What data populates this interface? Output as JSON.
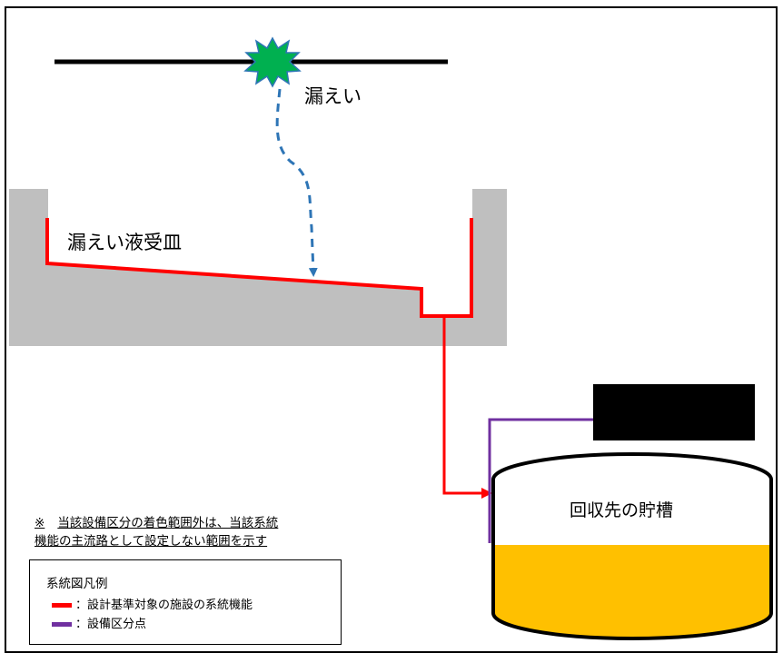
{
  "labels": {
    "leak": "漏えい",
    "tray": "漏えい液受皿",
    "tank": "回収先の貯槽"
  },
  "note": {
    "line1": "当該設備区分の着色範囲外は、当該系統",
    "mark": "※",
    "line2": "機能の主流路として設定しない範囲を示す"
  },
  "legend": {
    "title": "系統図凡例",
    "items": [
      {
        "text": "：設計基準対象の施設の系統機能",
        "color": "#ff0000"
      },
      {
        "text": "：設備区分点",
        "color": "#7030a0"
      }
    ]
  },
  "colors": {
    "system_line": "#ff0000",
    "boundary_line": "#7030a0",
    "leak_path": "#2e75b6",
    "pit": "#bfbfbf",
    "liquid": "#ffc000",
    "leak_burst": "#00b050",
    "redaction": "#000000"
  }
}
